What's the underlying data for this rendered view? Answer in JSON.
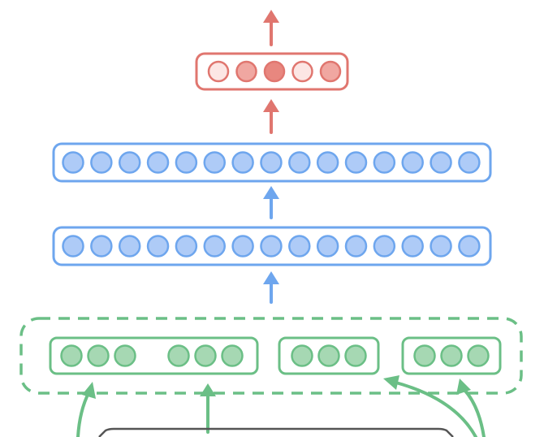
{
  "diagram": {
    "colors": {
      "output_stroke": "#E0766F",
      "output_fill_light": "#FCE6E4",
      "output_fill_mid": "#F0A7A1",
      "output_fill_dark": "#E8877F",
      "hidden_stroke": "#6EA6EE",
      "hidden_fill": "#AECBF7",
      "input_stroke": "#6BBF86",
      "input_fill": "#A6D8B3",
      "arrow_red": "#E0766F",
      "arrow_blue": "#6EA6EE",
      "arrow_green": "#6BBF86",
      "bottom_box_stroke": "#555555"
    },
    "output_layer": {
      "units": 5,
      "shades": [
        "light",
        "mid",
        "dark",
        "light",
        "mid"
      ]
    },
    "hidden_layers": [
      {
        "units": 15
      },
      {
        "units": 15
      }
    ],
    "input_group": {
      "dashed_container": true,
      "embeddings": [
        {
          "units": 6,
          "gap_after": 3
        },
        {
          "units": 3
        },
        {
          "units": 3
        }
      ]
    },
    "arrows": {
      "top_output": "up-arrow",
      "output_to_hidden": "up-arrow",
      "hidden_to_hidden": "up-arrow",
      "input_to_hidden": "up-arrow",
      "incoming_bottom": 4
    }
  }
}
